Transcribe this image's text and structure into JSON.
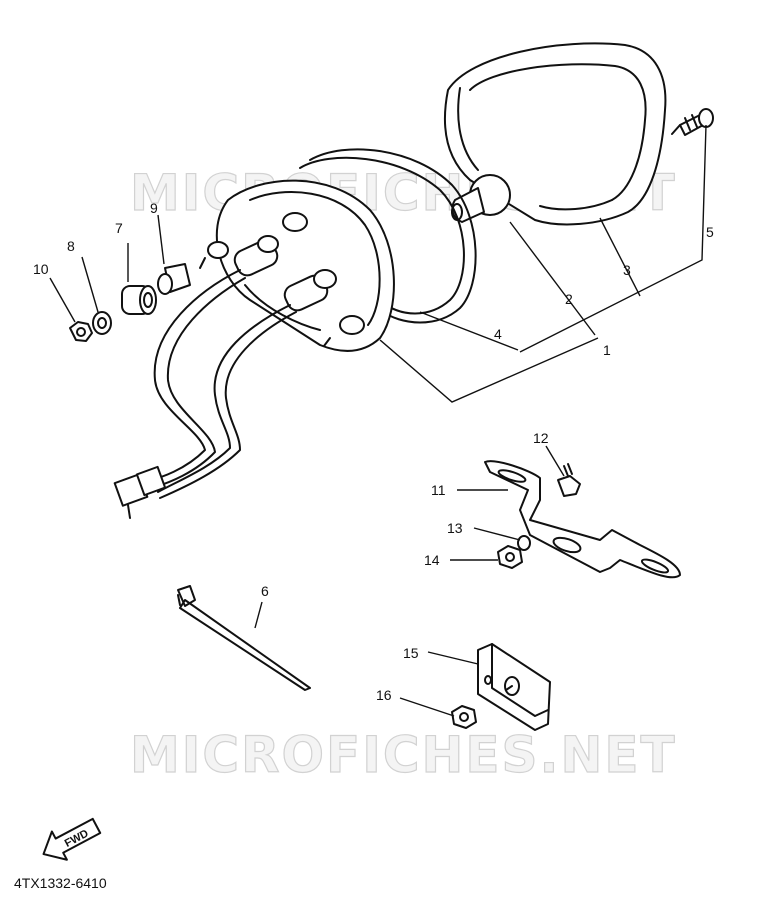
{
  "watermark": "MICROFICHES.NET",
  "diagram_code": "4TX1332-6410",
  "direction_label": "FWD",
  "callouts": [
    {
      "id": "1",
      "label": "1"
    },
    {
      "id": "2",
      "label": "2"
    },
    {
      "id": "3",
      "label": "3"
    },
    {
      "id": "4",
      "label": "4"
    },
    {
      "id": "5",
      "label": "5"
    },
    {
      "id": "6",
      "label": "6"
    },
    {
      "id": "7",
      "label": "7"
    },
    {
      "id": "8",
      "label": "8"
    },
    {
      "id": "9",
      "label": "9"
    },
    {
      "id": "10",
      "label": "10"
    },
    {
      "id": "11",
      "label": "11"
    },
    {
      "id": "12",
      "label": "12"
    },
    {
      "id": "13",
      "label": "13"
    },
    {
      "id": "14",
      "label": "14"
    },
    {
      "id": "15",
      "label": "15"
    },
    {
      "id": "16",
      "label": "16"
    }
  ]
}
